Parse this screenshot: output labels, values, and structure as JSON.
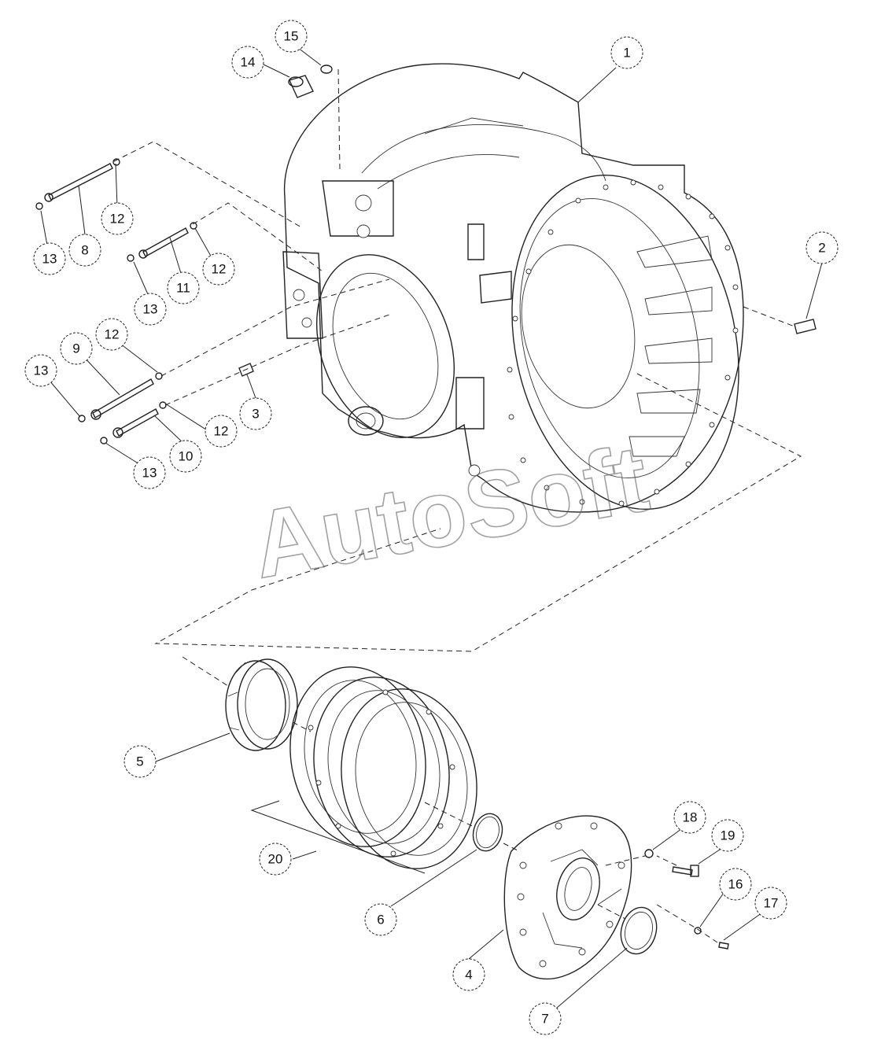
{
  "watermark": "AutoSoft",
  "callouts": [
    {
      "label": "1"
    },
    {
      "label": "2"
    },
    {
      "label": "3"
    },
    {
      "label": "4"
    },
    {
      "label": "5"
    },
    {
      "label": "6"
    },
    {
      "label": "7"
    },
    {
      "label": "8"
    },
    {
      "label": "9"
    },
    {
      "label": "10"
    },
    {
      "label": "11"
    },
    {
      "label": "12"
    },
    {
      "label": "12"
    },
    {
      "label": "12"
    },
    {
      "label": "12"
    },
    {
      "label": "13"
    },
    {
      "label": "13"
    },
    {
      "label": "13"
    },
    {
      "label": "13"
    },
    {
      "label": "14"
    },
    {
      "label": "15"
    },
    {
      "label": "16"
    },
    {
      "label": "17"
    },
    {
      "label": "18"
    },
    {
      "label": "19"
    },
    {
      "label": "20"
    }
  ]
}
